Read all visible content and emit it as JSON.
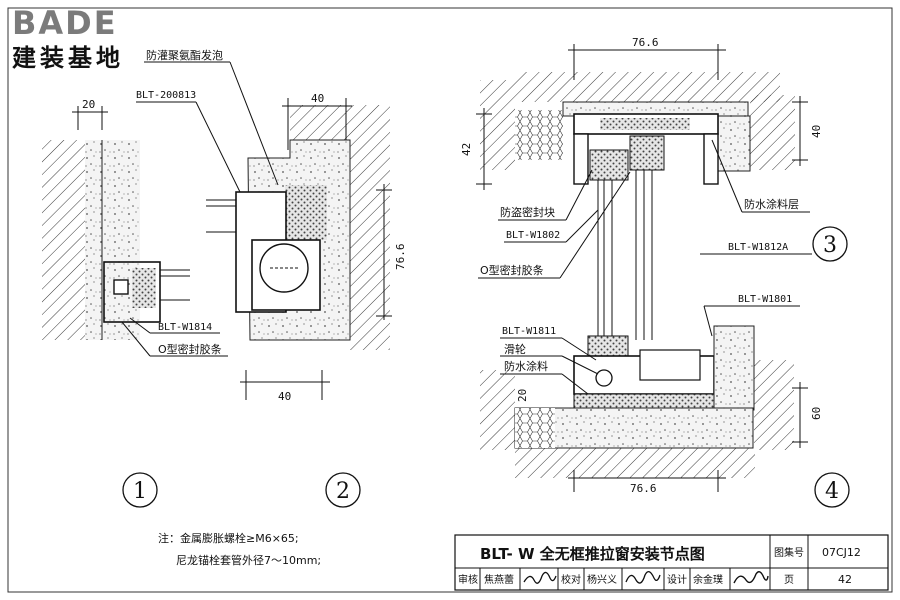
{
  "logo": {
    "brand": "BADE",
    "subtitle": "建装基地"
  },
  "labels": {
    "foam": "防灌聚氨酯发泡",
    "blt_200813": "BLT-200813",
    "blt_w1814": "BLT-W1814",
    "o_seal_1": "O型密封胶条",
    "seal_block": "防盗密封块",
    "blt_w1802": "BLT-W1802",
    "o_seal_3": "O型密封胶条",
    "waterproof_layer": "防水涂料层",
    "blt_w1812a": "BLT-W1812A",
    "blt_w1801": "BLT-W1801",
    "blt_w1811": "BLT-W1811",
    "roller": "滑轮",
    "waterproof_paint": "防水涂料"
  },
  "dims": {
    "d1_width": "20",
    "d2_top": "40",
    "d2_side": "76.6",
    "d2_bottom": "40",
    "d3_top": "76.6",
    "d3_left": "42",
    "d3_right": "40",
    "d4_right": "60",
    "d4_bottom": "76.6",
    "d4_left": "20"
  },
  "details": {
    "n1": "1",
    "n2": "2",
    "n3": "3",
    "n4": "4"
  },
  "notes": {
    "line1": "注：金属膨胀螺栓≥M6×65;",
    "line2": "尼龙锚栓套管外径7～10mm;"
  },
  "title_block": {
    "title": "BLT- W 全无框推拉窗安装节点图",
    "atlas_label": "图集号",
    "atlas_no": "07CJ12",
    "review_label": "审核",
    "reviewer": "焦燕蕾",
    "check_label": "校对",
    "checker": "杨兴义",
    "design_label": "设计",
    "designer": "余金璞",
    "page_label": "页",
    "page_no": "42"
  }
}
